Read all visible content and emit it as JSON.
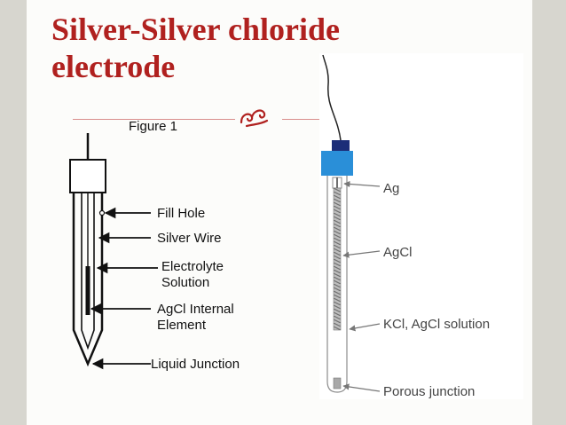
{
  "slide": {
    "title_line1": "Silver-Silver chloride",
    "title_line2": "electrode"
  },
  "figure1": {
    "caption": "Figure 1",
    "labels": {
      "fill_hole": "Fill Hole",
      "silver_wire": "Silver Wire",
      "electrolyte_1": "Electrolyte",
      "electrolyte_2": "Solution",
      "agcl_1": "AgCl Internal",
      "agcl_2": "Element",
      "liquid_junction": "Liquid Junction"
    }
  },
  "figure2": {
    "labels": {
      "ag": "Ag",
      "agcl": "AgCl",
      "kcl": "KCl, AgCl solution",
      "porous": "Porous junction"
    }
  },
  "colors": {
    "title": "#b0211f",
    "cap_blue": "#2a8fd8",
    "cap_navy": "#1b2d78",
    "wire_gray": "#8c8c8c"
  },
  "icons": {
    "ornament": "curl-ornament-icon"
  }
}
